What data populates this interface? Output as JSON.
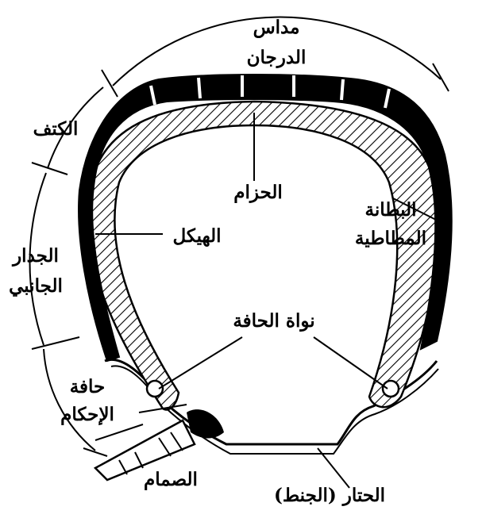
{
  "labels": {
    "tread_line1": "مداس",
    "tread_line2": "الدرجان",
    "shoulder": "الكتف",
    "belt": "الحزام",
    "carcass": "الهيكل",
    "inner_liner_line1": "البطانة",
    "inner_liner_line2": "المطاطية",
    "sidewall_line1": "الجدار",
    "sidewall_line2": "الجانبي",
    "bead_core": "نواة الحافة",
    "bead_seat_line1": "حافة",
    "bead_seat_line2": "الإحكام",
    "valve": "الصمام",
    "rim": "الحتار (الجنط)"
  },
  "colors": {
    "ink": "#000000",
    "paper": "#ffffff"
  }
}
